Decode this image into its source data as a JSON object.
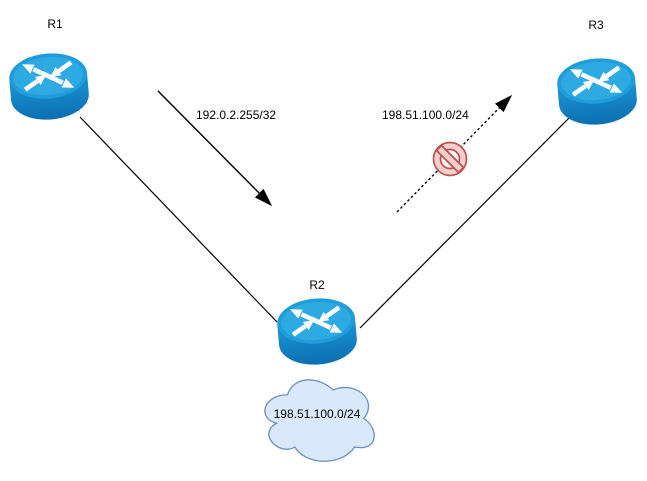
{
  "nodes": {
    "r1": {
      "label": "R1",
      "icon": "router-icon"
    },
    "r2": {
      "label": "R2",
      "icon": "router-icon"
    },
    "r3": {
      "label": "R3",
      "icon": "router-icon"
    },
    "cloud": {
      "label": "198.51.100.0/24",
      "icon": "cloud-icon"
    }
  },
  "edges": {
    "link_r1_r2": {
      "style": "solid-line"
    },
    "link_r2_r3": {
      "style": "solid-line"
    },
    "route_advertised": {
      "label": "192.0.2.255/32",
      "style": "solid-arrow"
    },
    "route_blocked": {
      "label": "198.51.100.0/24",
      "style": "dashed-arrow",
      "icon": "no-entry-icon"
    }
  },
  "colors": {
    "router_top": "#2EAAE2",
    "router_side": "#0F7DC2",
    "cloud_fill": "#DAE8FC",
    "cloud_stroke": "#6C8EBF",
    "no_entry_fill": "#F8CECC",
    "no_entry_stroke": "#B85450",
    "edge": "#000000",
    "background": "#FFFFFF"
  }
}
